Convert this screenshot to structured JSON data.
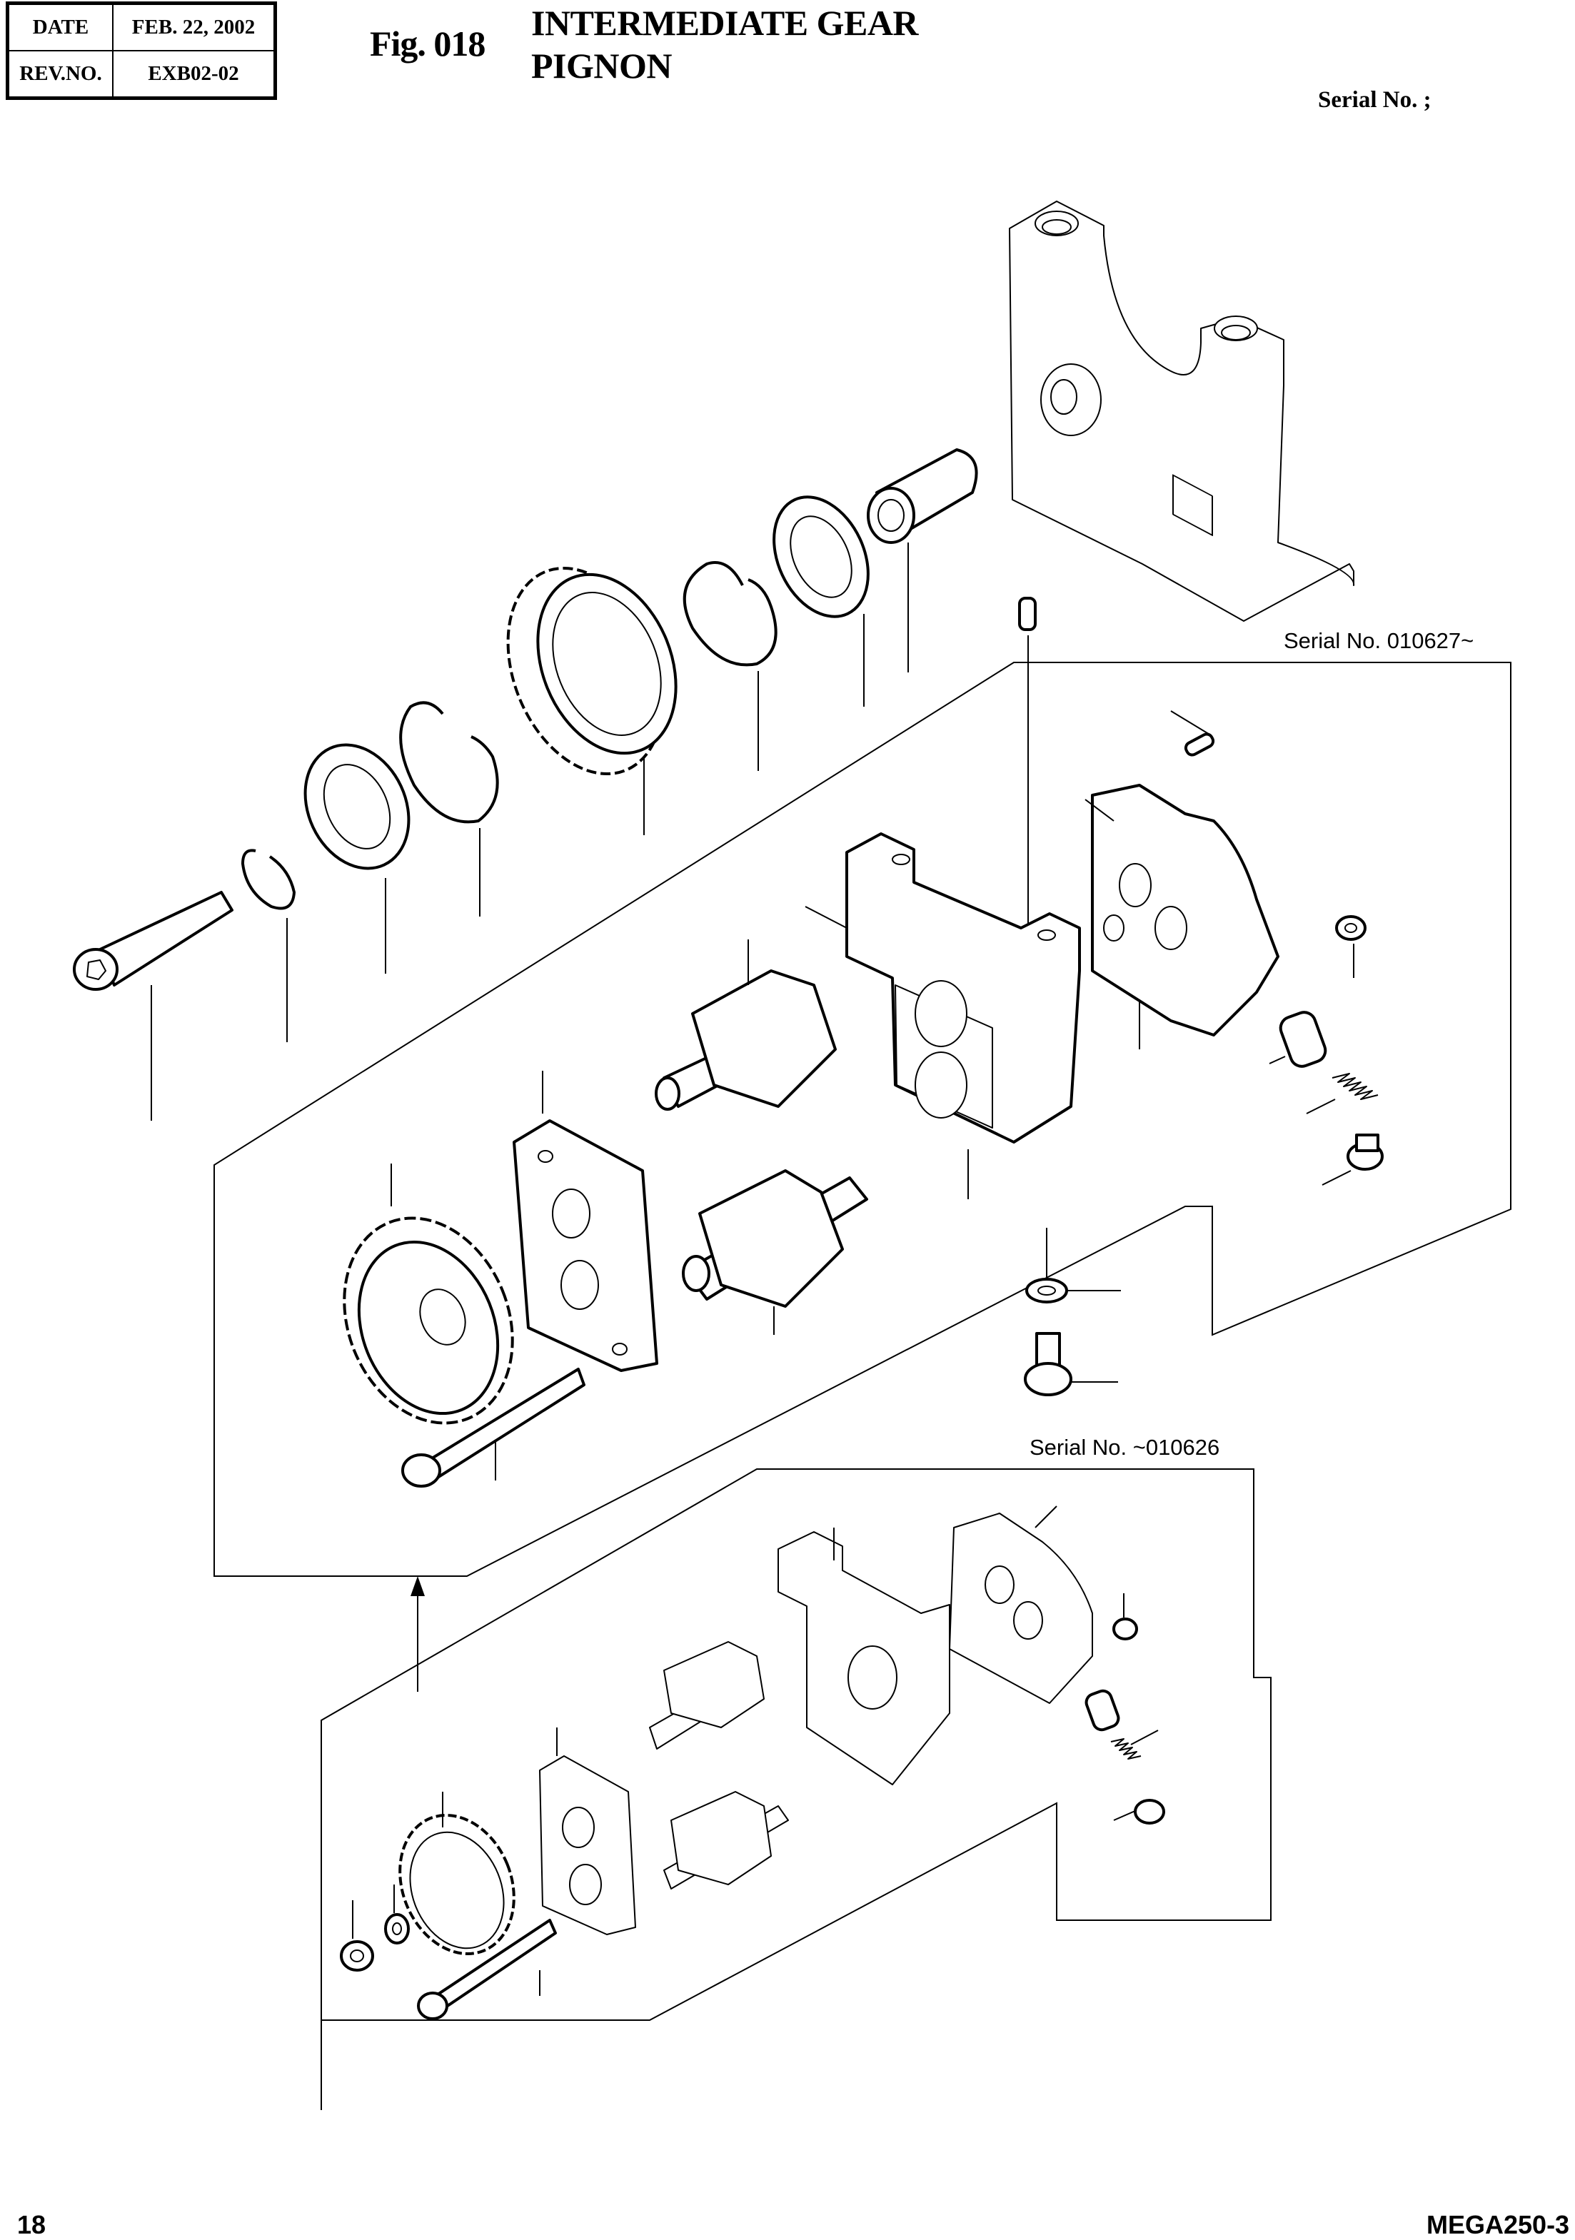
{
  "header": {
    "revision_table": {
      "date_label": "DATE",
      "date_value": "FEB. 22, 2002",
      "rev_label": "REV.NO.",
      "rev_value": "EXB02-02"
    },
    "figure_number": "Fig. 018",
    "title_line1": "INTERMEDIATE GEAR",
    "title_line2": "PIGNON",
    "serial_number": "Serial No. ;"
  },
  "diagram": {
    "description": "Exploded view of intermediate gear and oil pump pinion assembly",
    "variants": [
      {
        "label": "Serial No. 010627~"
      },
      {
        "label": "Serial No. ~010626"
      }
    ],
    "parts": [
      "bearing-bracket",
      "bushing",
      "ball-bearing-rear",
      "snap-ring-rear",
      "intermediate-gear",
      "snap-ring-front",
      "ball-bearing-front",
      "circlip",
      "socket-head-bolt",
      "dowel-pin-top",
      "dowel-pin-small",
      "pump-housing",
      "pump-cover-rear",
      "drive-pinion",
      "driven-pinion",
      "pump-cover-front",
      "pump-drive-gear",
      "long-bolt",
      "relief-valve-plunger",
      "relief-valve-spring",
      "relief-plug",
      "hex-nut",
      "washer",
      "hex-bolt"
    ]
  },
  "footer": {
    "page_number": "18",
    "model": "MEGA250-3"
  }
}
